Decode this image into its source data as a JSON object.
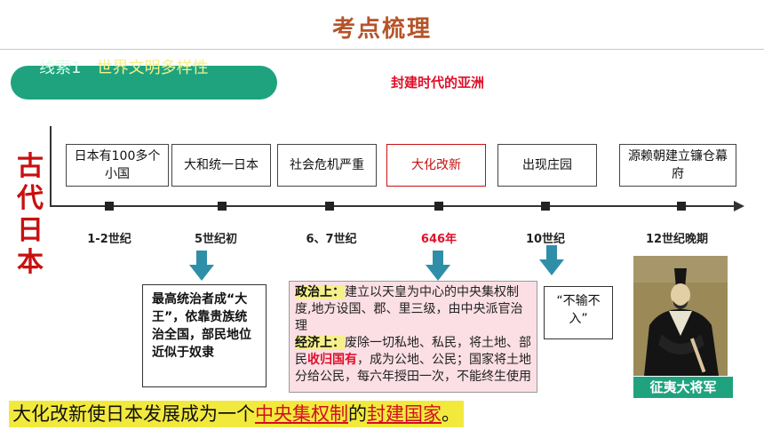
{
  "title": "考点梳理",
  "thread": {
    "number": "线索1",
    "label": "世界文明多样性"
  },
  "subheading": "封建时代的亚洲",
  "side_title": "古代日本",
  "events": [
    {
      "label": "日本有100多个小国",
      "date": "1-2世纪"
    },
    {
      "label": "大和统一日本",
      "date": "5世纪初"
    },
    {
      "label": "社会危机严重",
      "date": "6、7世纪"
    },
    {
      "label": "大化改新",
      "date": "646年",
      "highlight": true
    },
    {
      "label": "出现庄园",
      "date": "10世纪"
    },
    {
      "label": "源赖朝建立镰仓幕府",
      "date": "12世纪晚期"
    }
  ],
  "note_king": "最高统治者成“大王”，依靠贵族统治全国，部民地位近似于奴隶",
  "note_reform": {
    "political_label": "政治上：",
    "political_text": "建立以天皇为中心的中央集权制度,地方设国、郡、里三级，由中央派官治理",
    "economic_label": "经济上：",
    "economic_text_1": "废除一切私地、私民，将土地、部民",
    "economic_highlight": "收归国有",
    "economic_text_2": "，成为公地、公民；国家将土地分给公民，每六年授田一次，不能终生使用"
  },
  "note_noentry": "“不输不入”",
  "portrait_caption": "征夷大将军",
  "conclusion": {
    "part1": "大化改新使日本发展成为一个",
    "part2": "中央集权制",
    "part3": "的",
    "part4": "封建国家",
    "part5": "。"
  },
  "colors": {
    "accent_green": "#1fa37f",
    "title_brown": "#b5542a",
    "red": "#e0102a",
    "arrow_blue": "#2f8fa8",
    "yellow": "#f2e93d"
  }
}
